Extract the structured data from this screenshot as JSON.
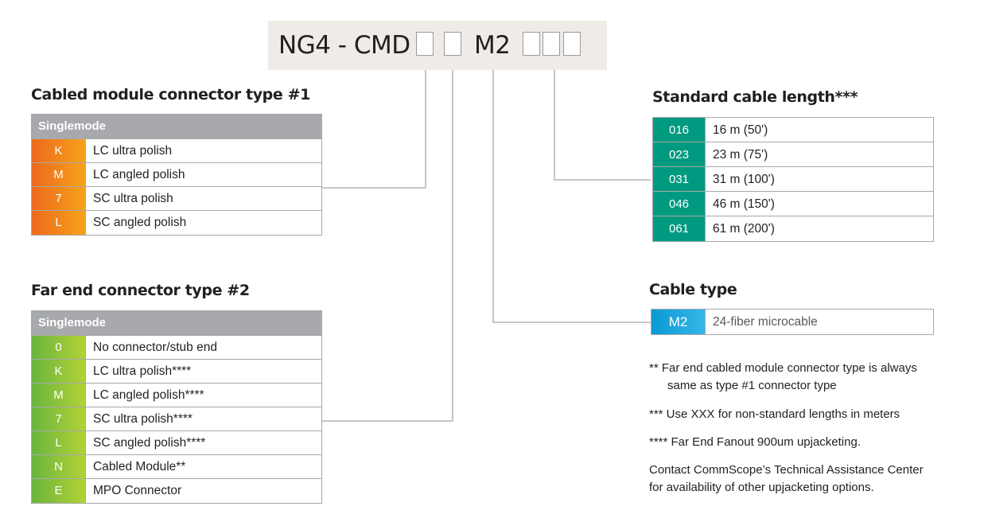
{
  "part_number": {
    "prefix": "NG4 - CMD",
    "cable_code": "M2"
  },
  "connector1": {
    "title": "Cabled module connector type #1",
    "header": "Singlemode",
    "rows": [
      {
        "code": "K",
        "desc": "LC ultra polish"
      },
      {
        "code": "M",
        "desc": "LC angled polish"
      },
      {
        "code": "7",
        "desc": "SC ultra polish"
      },
      {
        "code": "L",
        "desc": "SC angled polish"
      }
    ]
  },
  "connector2": {
    "title": "Far end connector type #2",
    "header": "Singlemode",
    "rows": [
      {
        "code": "0",
        "desc": "No connector/stub end"
      },
      {
        "code": "K",
        "desc": "LC ultra polish****"
      },
      {
        "code": "M",
        "desc": "LC angled polish****"
      },
      {
        "code": "7",
        "desc": "SC ultra polish****"
      },
      {
        "code": "L",
        "desc": "SC angled polish****"
      },
      {
        "code": "N",
        "desc": "Cabled Module**"
      },
      {
        "code": "E",
        "desc": "MPO Connector"
      }
    ]
  },
  "cable_length": {
    "title": "Standard cable length***",
    "rows": [
      {
        "code": "016",
        "desc": "16 m (50')"
      },
      {
        "code": "023",
        "desc": "23 m (75')"
      },
      {
        "code": "031",
        "desc": "31 m (100')"
      },
      {
        "code": "046",
        "desc": "46 m (150')"
      },
      {
        "code": "061",
        "desc": "61 m (200')"
      }
    ]
  },
  "cable_type": {
    "title": "Cable type",
    "rows": [
      {
        "code": "M2",
        "desc": "24-fiber microcable"
      }
    ]
  },
  "notes": {
    "n1_line1": "** Far end cabled module connector type is always",
    "n1_line2": "same as type #1 connector type",
    "n2": "*** Use XXX for non-standard lengths in meters",
    "n3": "**** Far End Fanout 900um upjacketing.",
    "n4_line1": "Contact CommScope’s Technical Assistance Center",
    "n4_line2": "for availability of other upjacketing options."
  },
  "colors": {
    "connector1_codes": "#ec6a1d",
    "connector2_codes": "#6ab43e",
    "length_codes": "#009a80",
    "cable_type_codes": "#0a9ad4",
    "table_header": "#a7a9ac",
    "part_number_bar": "#efebe7"
  }
}
